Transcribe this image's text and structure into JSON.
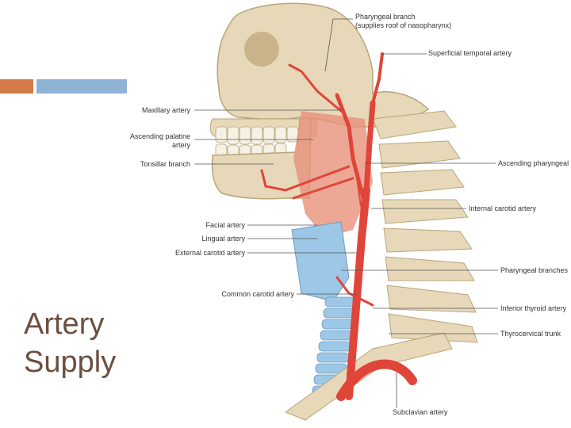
{
  "slide": {
    "title_line1": "Artery",
    "title_line2": "Supply",
    "title_color": "#6b4f3f",
    "accent_colors": [
      "#d47a4a",
      "#8fb3d6"
    ]
  },
  "figure": {
    "labels": {
      "pharyngeal_branch_line1": "Pharyngeal branch",
      "pharyngeal_branch_line2": "(supplies roof of nasopharynx)",
      "superficial_temporal": "Superficial temporal artery",
      "maxillary": "Maxillary artery",
      "ascending_palatine_line1": "Ascending palatine",
      "ascending_palatine_line2": "artery",
      "tonsillar_branch": "Tonsillar branch",
      "ascending_pharyngeal": "Ascending pharyngeal artery",
      "internal_carotid": "Internal carotid artery",
      "facial": "Facial artery",
      "lingual": "Lingual artery",
      "external_carotid": "External carotid artery",
      "pharyngeal_branches": "Pharyngeal branches",
      "common_carotid": "Common carotid artery",
      "inferior_thyroid": "Inferior thyroid artery",
      "thyrocervical_trunk": "Thyrocervical trunk",
      "subclavian": "Subclavian artery"
    },
    "colors": {
      "bone": "#e6d8b8",
      "bone_shadow": "#c9b48a",
      "artery": "#e0453a",
      "muscle": "#e8917a",
      "trachea": "#9cc7e6",
      "teeth": "#f4f1e6"
    }
  }
}
